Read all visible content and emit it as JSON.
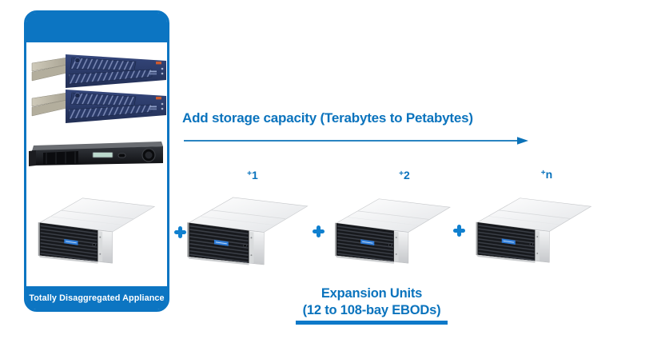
{
  "colors": {
    "brand_blue": "#0c75c2",
    "text_blue": "#0a73bd",
    "plus_blue": "#1080cf",
    "underline_blue": "#0d79c9"
  },
  "appliance_panel": {
    "caption": "Totally Disaggregated Appliance",
    "devices": [
      "controller-server-navy-1",
      "controller-server-navy-2",
      "switch-1u-black",
      "storage-ebod-base"
    ]
  },
  "capacity_header": {
    "title": "Add storage capacity (Terabytes to Petabytes)"
  },
  "icons": {
    "plus": "+",
    "arrow_right": "→"
  },
  "expansion": {
    "units": [
      {
        "sup": "+",
        "base": "1"
      },
      {
        "sup": "+",
        "base": "2"
      },
      {
        "sup": "+",
        "base": "n"
      }
    ],
    "caption_line1": "Expansion Units",
    "caption_line2": "(12 to 108-bay EBODs)"
  }
}
